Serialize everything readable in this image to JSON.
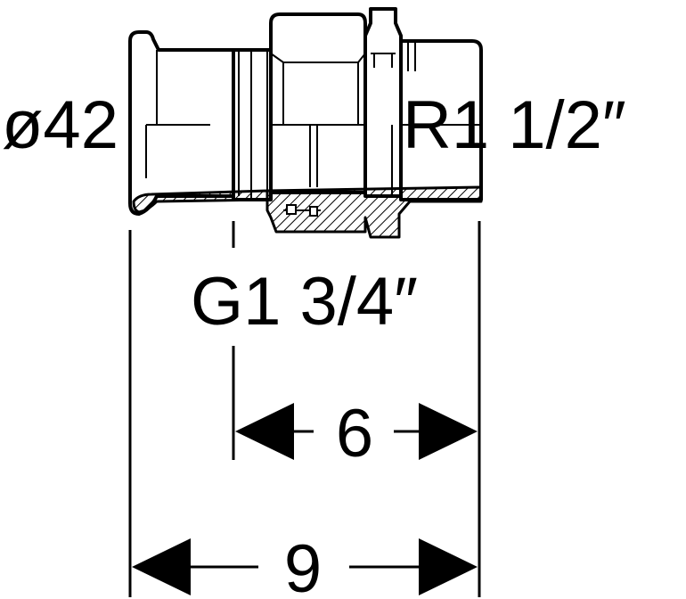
{
  "labels": {
    "pipe_diameter": "ø42",
    "male_thread": "R1 1/2″",
    "union_thread": "G1 3/4″",
    "dim_inner": "6",
    "dim_overall": "9"
  },
  "colors": {
    "line": "#000000",
    "background": "#ffffff"
  }
}
